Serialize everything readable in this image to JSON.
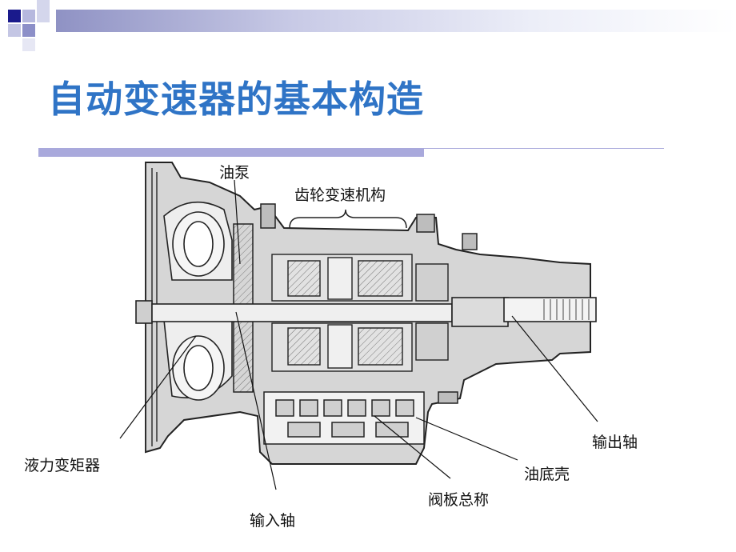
{
  "slide": {
    "title": "自动变速器的基本构造"
  },
  "diagram": {
    "labels": {
      "oil_pump": "油泵",
      "gear_mechanism": "齿轮变速机构",
      "torque_converter": "液力变矩器",
      "input_shaft": "输入轴",
      "valve_body": "阀板总称",
      "oil_pan": "油底壳",
      "output_shaft": "输出轴"
    }
  },
  "colors": {
    "title": "#2f74c6",
    "rule": "#a9a9dc",
    "housing": "#c9c9c9",
    "housing_dark": "#8a8a8a"
  }
}
